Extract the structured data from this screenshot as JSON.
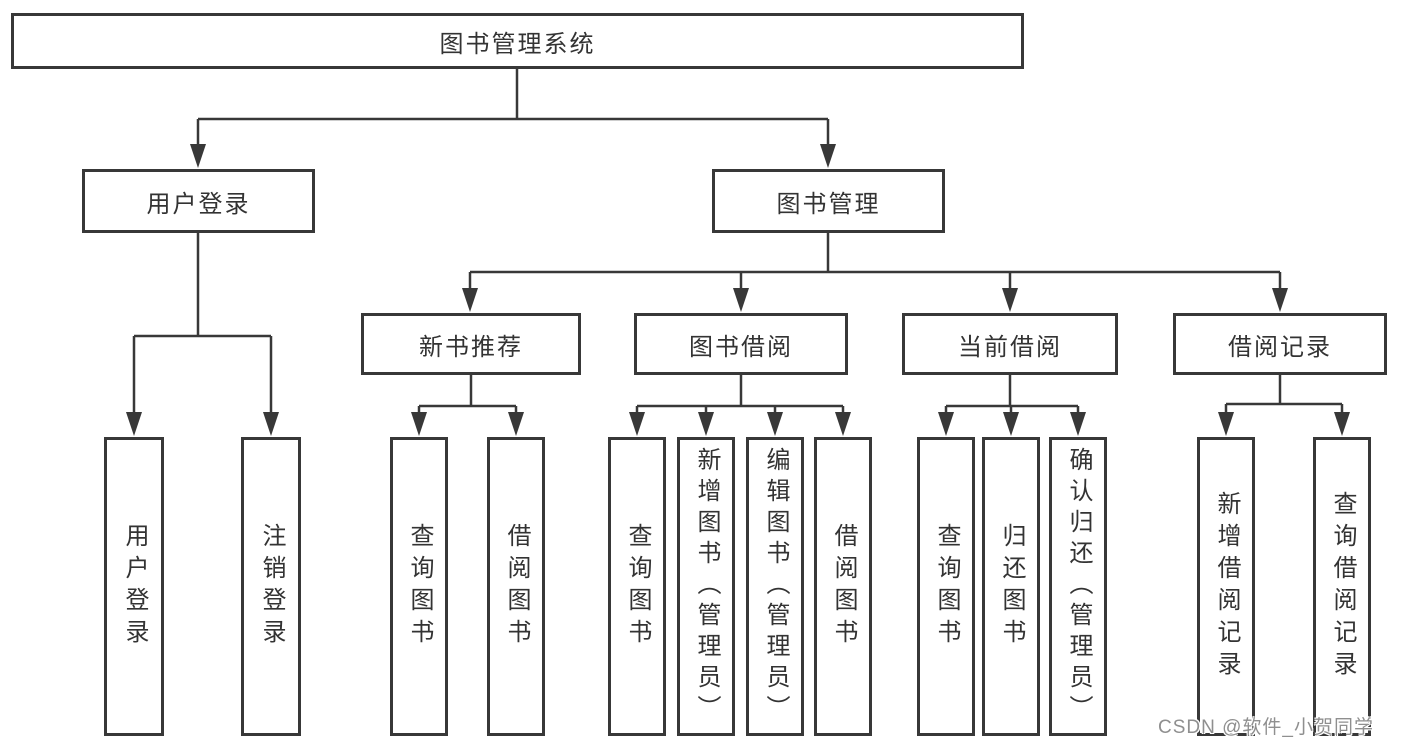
{
  "diagram": {
    "title": "图书管理系统",
    "level2": [
      "用户登录",
      "图书管理"
    ],
    "level3": [
      "新书推荐",
      "图书借阅",
      "当前借阅",
      "借阅记录"
    ],
    "leaves": {
      "user_login": [
        "用户登录",
        "注销登录"
      ],
      "new_book_recommend": [
        "查询图书",
        "借阅图书"
      ],
      "book_borrow": [
        "查询图书",
        "新增图书（管理员）",
        "编辑图书（管理员）",
        "借阅图书"
      ],
      "current_borrow": [
        "查询图书",
        "归还图书",
        "确认归还（管理员）"
      ],
      "borrow_records": [
        "新增借阅记录",
        "查询借阅记录"
      ]
    }
  },
  "watermark": "CSDN @软件_小贺同学",
  "colors": {
    "line": "#383838",
    "text": "#333333",
    "watermark_gray": "#8f8f8f",
    "background": "#ffffff"
  }
}
